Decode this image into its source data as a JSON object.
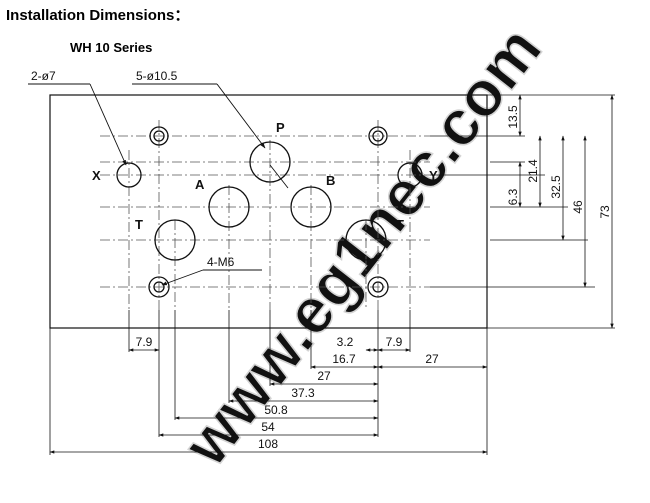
{
  "title": "Installation Dimensions：",
  "subtitle": "WH 10 Series",
  "watermark": "www.eg1nec.com",
  "callouts": {
    "small_holes": "2-ø7",
    "main_ports": "5-ø10.5",
    "thread_holes": "4-M6"
  },
  "ports": {
    "x": "X",
    "y": "Y",
    "p": "P",
    "a": "A",
    "b": "B",
    "t_left": "T",
    "t_right": "T"
  },
  "dims_vertical": {
    "d13_5": "13.5",
    "d6_3": "6.3",
    "d21_4": "21.4",
    "d32_5": "32.5",
    "d46": "46",
    "d73": "73"
  },
  "dims_horizontal": {
    "d7_9_left": "7.9",
    "d3_2": "3.2",
    "d7_9_right": "7.9",
    "d16_7": "16.7",
    "d27_right": "27",
    "d27": "27",
    "d37_3": "37.3",
    "d50_8": "50.8",
    "d54": "54",
    "d108": "108"
  }
}
